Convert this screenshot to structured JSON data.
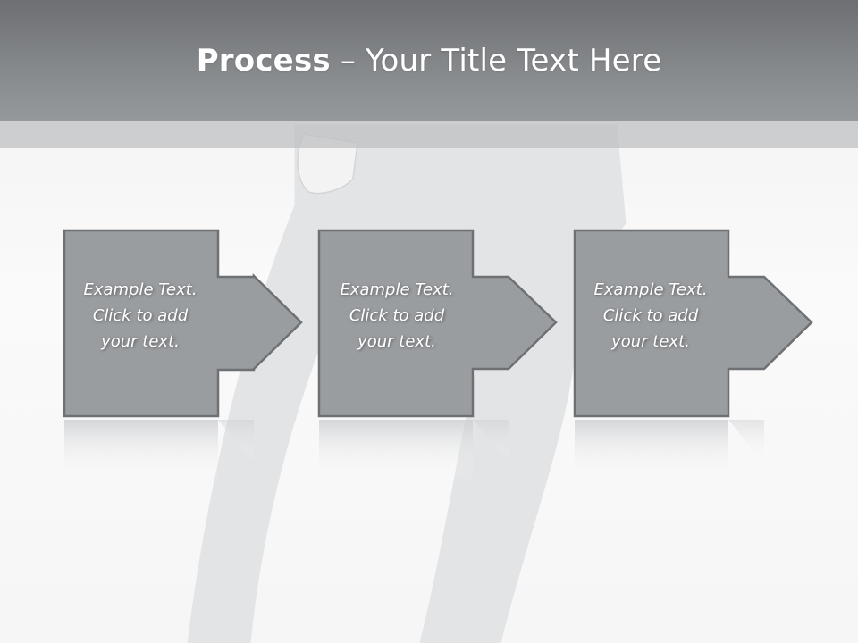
{
  "title": {
    "strong": "Process",
    "rest": " – Your Title Text Here"
  },
  "steps": [
    {
      "lines": [
        "Example Text.",
        "Click  to add",
        "your text."
      ]
    },
    {
      "lines": [
        "Example Text.",
        "Click  to add",
        "your text."
      ]
    },
    {
      "lines": [
        "Example Text.",
        "Click  to add",
        "your text."
      ]
    }
  ],
  "colors": {
    "box_fill": "#9a9da0",
    "box_border": "#6e7174",
    "title_bar": "#85888b",
    "figure": "#e4e5e7"
  }
}
